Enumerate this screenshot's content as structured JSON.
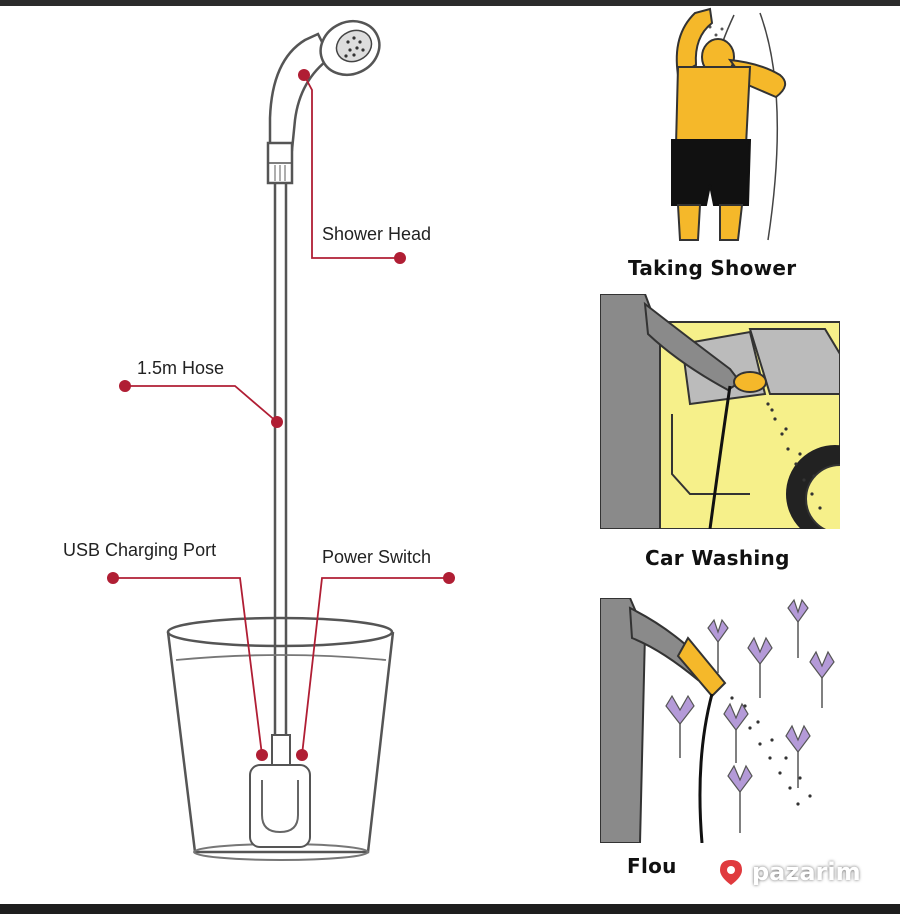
{
  "labels": {
    "shower_head": "Shower Head",
    "hose": "1.5m Hose",
    "usb_port": "USB Charging Port",
    "power_switch": "Power Switch"
  },
  "captions": {
    "shower": "Taking Shower",
    "car": "Car Washing",
    "flowers": "Flou"
  },
  "watermark": {
    "text": "pazarim"
  },
  "colors": {
    "callout": "#b01e34",
    "outline": "#555555",
    "skin": "#f5b82a",
    "car": "#f6f08a",
    "sleeve": "#8a8a8a",
    "flower": "#b49ad8"
  }
}
